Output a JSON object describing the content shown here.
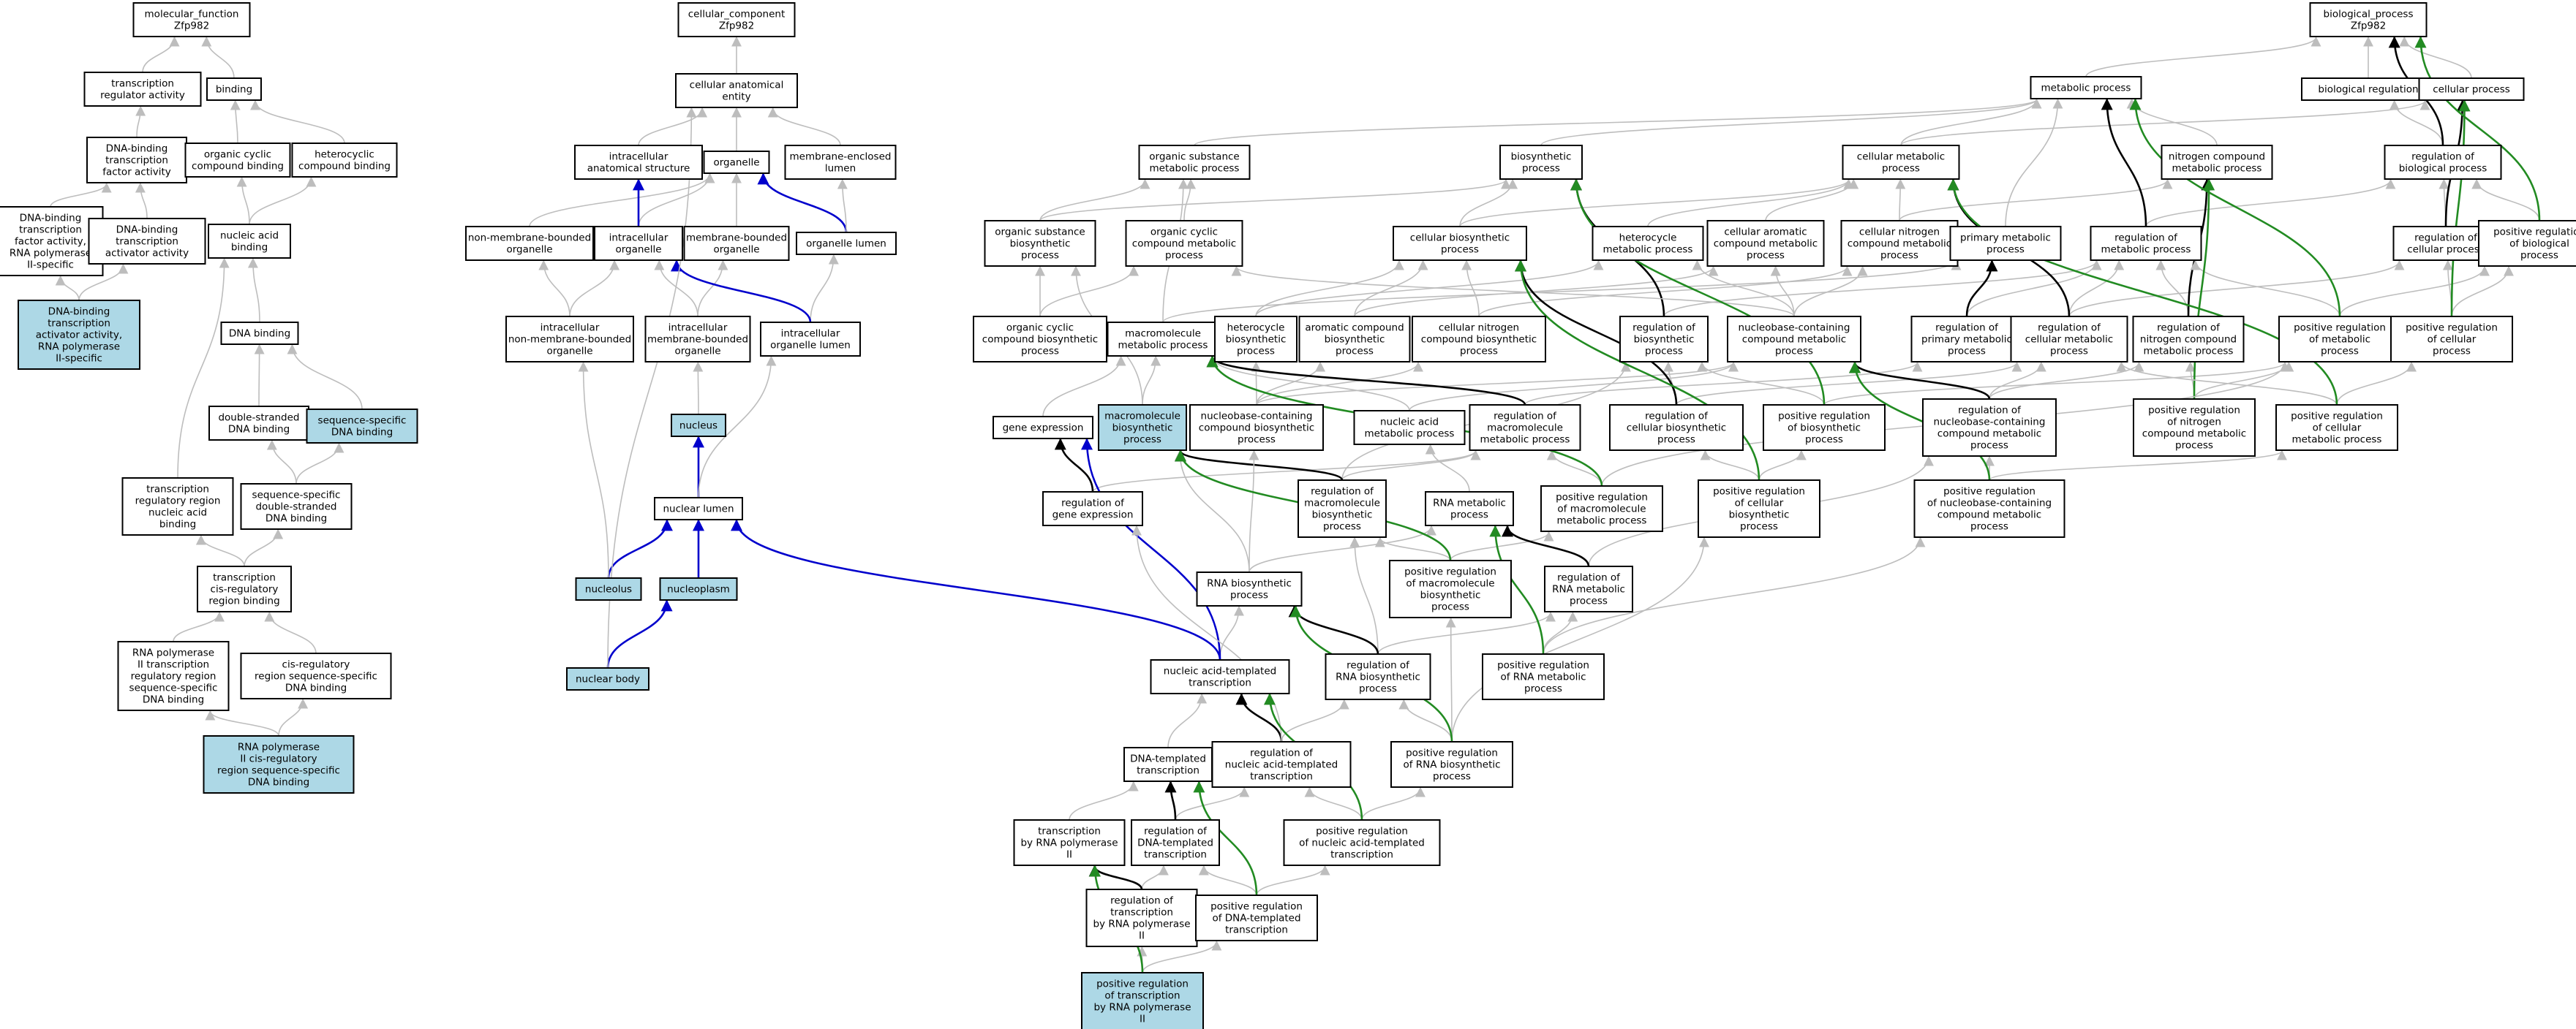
{
  "colors": {
    "plain": "#ffffff",
    "highlight": "#add8e6",
    "edge_is_a": "#bdbdbd",
    "edge_part_of": "#0000cc",
    "edge_regulates": "#000000",
    "edge_positively_regulates": "#228b22"
  },
  "nodes": [
    {
      "id": "mf",
      "lines": [
        "molecular_function",
        "Zfp982"
      ]
    },
    {
      "id": "tra",
      "lines": [
        "transcription",
        "regulator activity"
      ]
    },
    {
      "id": "bind",
      "lines": [
        "binding"
      ]
    },
    {
      "id": "dbtfa",
      "lines": [
        "DNA-binding",
        "transcription",
        "factor activity"
      ]
    },
    {
      "id": "ocb",
      "lines": [
        "organic cyclic",
        "compound binding"
      ]
    },
    {
      "id": "hcb",
      "lines": [
        "heterocyclic",
        "compound binding"
      ]
    },
    {
      "id": "dbtfa2",
      "lines": [
        "DNA-binding",
        "transcription",
        "factor activity,",
        "RNA polymerase",
        "II-specific"
      ]
    },
    {
      "id": "dbtaa",
      "lines": [
        "DNA-binding",
        "transcription",
        "activator activity"
      ]
    },
    {
      "id": "nab",
      "lines": [
        "nucleic acid",
        "binding"
      ]
    },
    {
      "id": "dbtaa2",
      "lines": [
        "DNA-binding",
        "transcription",
        "activator activity,",
        "RNA polymerase",
        "II-specific"
      ],
      "hl": true
    },
    {
      "id": "dnab",
      "lines": [
        "DNA binding"
      ]
    },
    {
      "id": "dsdb",
      "lines": [
        "double-stranded",
        "DNA binding"
      ]
    },
    {
      "id": "ssdb",
      "lines": [
        "sequence-specific",
        "DNA binding"
      ],
      "hl": true
    },
    {
      "id": "trrnab",
      "lines": [
        "transcription",
        "regulatory region",
        "nucleic acid",
        "binding"
      ]
    },
    {
      "id": "ssdsdb",
      "lines": [
        "sequence-specific",
        "double-stranded",
        "DNA binding"
      ]
    },
    {
      "id": "tcrrb",
      "lines": [
        "transcription",
        "cis-regulatory",
        "region binding"
      ]
    },
    {
      "id": "rp2trr",
      "lines": [
        "RNA polymerase",
        "II transcription",
        "regulatory region",
        "sequence-specific",
        "DNA binding"
      ]
    },
    {
      "id": "crrssdb",
      "lines": [
        "cis-regulatory",
        "region sequence-specific",
        "DNA binding"
      ]
    },
    {
      "id": "rp2crr",
      "lines": [
        "RNA polymerase",
        "II cis-regulatory",
        "region sequence-specific",
        "DNA binding"
      ],
      "hl": true
    },
    {
      "id": "cc",
      "lines": [
        "cellular_component",
        "Zfp982"
      ]
    },
    {
      "id": "cae",
      "lines": [
        "cellular anatomical",
        "entity"
      ]
    },
    {
      "id": "ias",
      "lines": [
        "intracellular",
        "anatomical structure"
      ]
    },
    {
      "id": "org",
      "lines": [
        "organelle"
      ]
    },
    {
      "id": "mel",
      "lines": [
        "membrane-enclosed",
        "lumen"
      ]
    },
    {
      "id": "nmbo",
      "lines": [
        "non-membrane-bounded",
        "organelle"
      ]
    },
    {
      "id": "io",
      "lines": [
        "intracellular",
        "organelle"
      ]
    },
    {
      "id": "mbo",
      "lines": [
        "membrane-bounded",
        "organelle"
      ]
    },
    {
      "id": "ol",
      "lines": [
        "organelle lumen"
      ]
    },
    {
      "id": "inmbo",
      "lines": [
        "intracellular",
        "non-membrane-bounded",
        "organelle"
      ]
    },
    {
      "id": "imbo",
      "lines": [
        "intracellular",
        "membrane-bounded",
        "organelle"
      ]
    },
    {
      "id": "iol",
      "lines": [
        "intracellular",
        "organelle lumen"
      ]
    },
    {
      "id": "nuc",
      "lines": [
        "nucleus"
      ],
      "hl": true
    },
    {
      "id": "nl",
      "lines": [
        "nuclear lumen"
      ]
    },
    {
      "id": "nucleolus",
      "lines": [
        "nucleolus"
      ],
      "hl": true
    },
    {
      "id": "nucleoplasm",
      "lines": [
        "nucleoplasm"
      ],
      "hl": true
    },
    {
      "id": "nb",
      "lines": [
        "nuclear body"
      ],
      "hl": true
    },
    {
      "id": "bp",
      "lines": [
        "biological_process",
        "Zfp982"
      ]
    },
    {
      "id": "mp",
      "lines": [
        "metabolic process"
      ]
    },
    {
      "id": "breg",
      "lines": [
        "biological regulation"
      ]
    },
    {
      "id": "cp",
      "lines": [
        "cellular process"
      ]
    },
    {
      "id": "osmp",
      "lines": [
        "organic substance",
        "metabolic process"
      ]
    },
    {
      "id": "bsp",
      "lines": [
        "biosynthetic",
        "process"
      ]
    },
    {
      "id": "cmp",
      "lines": [
        "cellular metabolic",
        "process"
      ]
    },
    {
      "id": "ncmp",
      "lines": [
        "nitrogen compound",
        "metabolic process"
      ]
    },
    {
      "id": "rbp",
      "lines": [
        "regulation of",
        "biological process"
      ]
    },
    {
      "id": "osbp",
      "lines": [
        "organic substance",
        "biosynthetic",
        "process"
      ]
    },
    {
      "id": "occmp",
      "lines": [
        "organic cyclic",
        "compound metabolic",
        "process"
      ]
    },
    {
      "id": "cbp",
      "lines": [
        "cellular biosynthetic",
        "process"
      ]
    },
    {
      "id": "hmp",
      "lines": [
        "heterocycle",
        "metabolic process"
      ]
    },
    {
      "id": "cacmp",
      "lines": [
        "cellular aromatic",
        "compound metabolic",
        "process"
      ]
    },
    {
      "id": "cncmp",
      "lines": [
        "cellular nitrogen",
        "compound metabolic",
        "process"
      ]
    },
    {
      "id": "pmp",
      "lines": [
        "primary metabolic",
        "process"
      ]
    },
    {
      "id": "rmp",
      "lines": [
        "regulation of",
        "metabolic process"
      ]
    },
    {
      "id": "rcp",
      "lines": [
        "regulation of",
        "cellular process"
      ]
    },
    {
      "id": "prbp",
      "lines": [
        "positive regulation",
        "of biological",
        "process"
      ]
    },
    {
      "id": "occbp",
      "lines": [
        "organic cyclic",
        "compound biosynthetic",
        "process"
      ]
    },
    {
      "id": "mmp",
      "lines": [
        "macromolecule",
        "metabolic process"
      ]
    },
    {
      "id": "hbp",
      "lines": [
        "heterocycle",
        "biosynthetic",
        "process"
      ]
    },
    {
      "id": "acbp",
      "lines": [
        "aromatic compound",
        "biosynthetic",
        "process"
      ]
    },
    {
      "id": "cncbp",
      "lines": [
        "cellular nitrogen",
        "compound biosynthetic",
        "process"
      ]
    },
    {
      "id": "rbsp",
      "lines": [
        "regulation of",
        "biosynthetic",
        "process"
      ]
    },
    {
      "id": "nbcmp",
      "lines": [
        "nucleobase-containing",
        "compound metabolic",
        "process"
      ]
    },
    {
      "id": "rpmp",
      "lines": [
        "regulation of",
        "primary metabolic",
        "process"
      ]
    },
    {
      "id": "rcmp",
      "lines": [
        "regulation of",
        "cellular metabolic",
        "process"
      ]
    },
    {
      "id": "rncmp",
      "lines": [
        "regulation of",
        "nitrogen compound",
        "metabolic process"
      ]
    },
    {
      "id": "prmp",
      "lines": [
        "positive regulation",
        "of metabolic",
        "process"
      ]
    },
    {
      "id": "prcp",
      "lines": [
        "positive regulation",
        "of cellular",
        "process"
      ]
    },
    {
      "id": "ge",
      "lines": [
        "gene expression"
      ]
    },
    {
      "id": "mbp",
      "lines": [
        "macromolecule",
        "biosynthetic",
        "process"
      ],
      "hl": true
    },
    {
      "id": "nbcbp",
      "lines": [
        "nucleobase-containing",
        "compound biosynthetic",
        "process"
      ]
    },
    {
      "id": "namp",
      "lines": [
        "nucleic acid",
        "metabolic process"
      ]
    },
    {
      "id": "rmmp",
      "lines": [
        "regulation of",
        "macromolecule",
        "metabolic process"
      ]
    },
    {
      "id": "rcbp",
      "lines": [
        "regulation of",
        "cellular biosynthetic",
        "process"
      ]
    },
    {
      "id": "prbsp",
      "lines": [
        "positive regulation",
        "of biosynthetic",
        "process"
      ]
    },
    {
      "id": "rnbcmp",
      "lines": [
        "regulation of",
        "nucleobase-containing",
        "compound metabolic",
        "process"
      ]
    },
    {
      "id": "prncmp",
      "lines": [
        "positive regulation",
        "of nitrogen",
        "compound metabolic",
        "process"
      ]
    },
    {
      "id": "prcmp",
      "lines": [
        "positive regulation",
        "of cellular",
        "metabolic process"
      ]
    },
    {
      "id": "rge",
      "lines": [
        "regulation of",
        "gene expression"
      ]
    },
    {
      "id": "rmbp",
      "lines": [
        "regulation of",
        "macromolecule",
        "biosynthetic",
        "process"
      ]
    },
    {
      "id": "rnamp",
      "lines": [
        "RNA metabolic",
        "process"
      ]
    },
    {
      "id": "prmmp",
      "lines": [
        "positive regulation",
        "of macromolecule",
        "metabolic process"
      ]
    },
    {
      "id": "prcbp",
      "lines": [
        "positive regulation",
        "of cellular",
        "biosynthetic",
        "process"
      ]
    },
    {
      "id": "prnbcmp",
      "lines": [
        "positive regulation",
        "of nucleobase-containing",
        "compound metabolic",
        "process"
      ]
    },
    {
      "id": "rnabp",
      "lines": [
        "RNA biosynthetic",
        "process"
      ]
    },
    {
      "id": "prmbp",
      "lines": [
        "positive regulation",
        "of macromolecule",
        "biosynthetic",
        "process"
      ]
    },
    {
      "id": "rrnamp",
      "lines": [
        "regulation of",
        "RNA metabolic",
        "process"
      ]
    },
    {
      "id": "natt",
      "lines": [
        "nucleic acid-templated",
        "transcription"
      ]
    },
    {
      "id": "rrnabp",
      "lines": [
        "regulation of",
        "RNA biosynthetic",
        "process"
      ]
    },
    {
      "id": "prrnamp",
      "lines": [
        "positive regulation",
        "of RNA metabolic",
        "process"
      ]
    },
    {
      "id": "dtt",
      "lines": [
        "DNA-templated",
        "transcription"
      ]
    },
    {
      "id": "rnatt",
      "lines": [
        "regulation of",
        "nucleic acid-templated",
        "transcription"
      ]
    },
    {
      "id": "prrnabp",
      "lines": [
        "positive regulation",
        "of RNA biosynthetic",
        "process"
      ]
    },
    {
      "id": "trp2",
      "lines": [
        "transcription",
        "by RNA polymerase",
        "II"
      ]
    },
    {
      "id": "rdtt",
      "lines": [
        "regulation of",
        "DNA-templated",
        "transcription"
      ]
    },
    {
      "id": "prnatt",
      "lines": [
        "positive regulation",
        "of nucleic acid-templated",
        "transcription"
      ]
    },
    {
      "id": "rtrp2",
      "lines": [
        "regulation of",
        "transcription",
        "by RNA polymerase",
        "II"
      ]
    },
    {
      "id": "prdtt",
      "lines": [
        "positive regulation",
        "of DNA-templated",
        "transcription"
      ]
    },
    {
      "id": "prtrp2",
      "lines": [
        "positive regulation",
        "of transcription",
        "by RNA polymerase",
        "II"
      ],
      "hl": true
    }
  ]
}
